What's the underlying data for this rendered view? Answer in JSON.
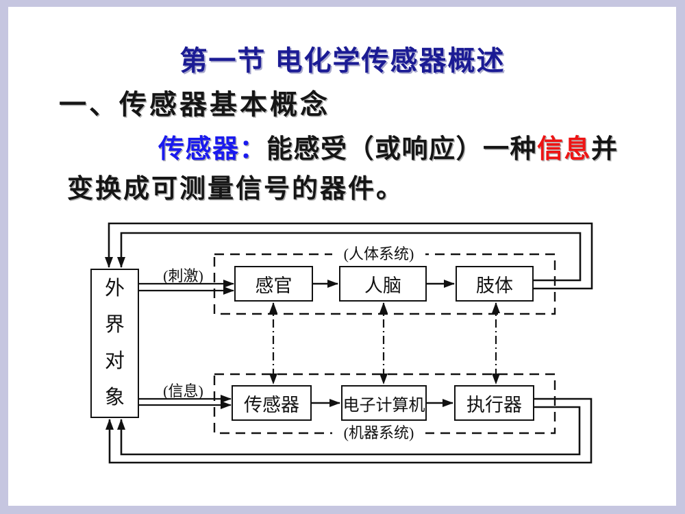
{
  "title": "第一节 电化学传感器概述",
  "heading": "一、传感器基本概念",
  "definition": {
    "term": "传感器：",
    "pre": "能感受（或响应）一种",
    "highlight": "信息",
    "post": "并",
    "line2": "变换成可测量信号的器件。"
  },
  "diagram": {
    "external_object": "外界对象",
    "stimulus": "(刺激)",
    "information": "(信息)",
    "human_system": "(人体系统)",
    "machine_system": "(机器系统)",
    "sense_organ": "感官",
    "brain": "人脑",
    "limbs": "肢体",
    "sensor": "传感器",
    "computer": "电子计算机",
    "actuator": "执行器"
  },
  "colors": {
    "frame": "#c6c6e0",
    "slide_background": "#ffffff",
    "title": "#1b1b94",
    "term": "#1a1aee",
    "highlight": "#ee1414",
    "body_text": "#151515",
    "diagram_line": "#111111"
  }
}
